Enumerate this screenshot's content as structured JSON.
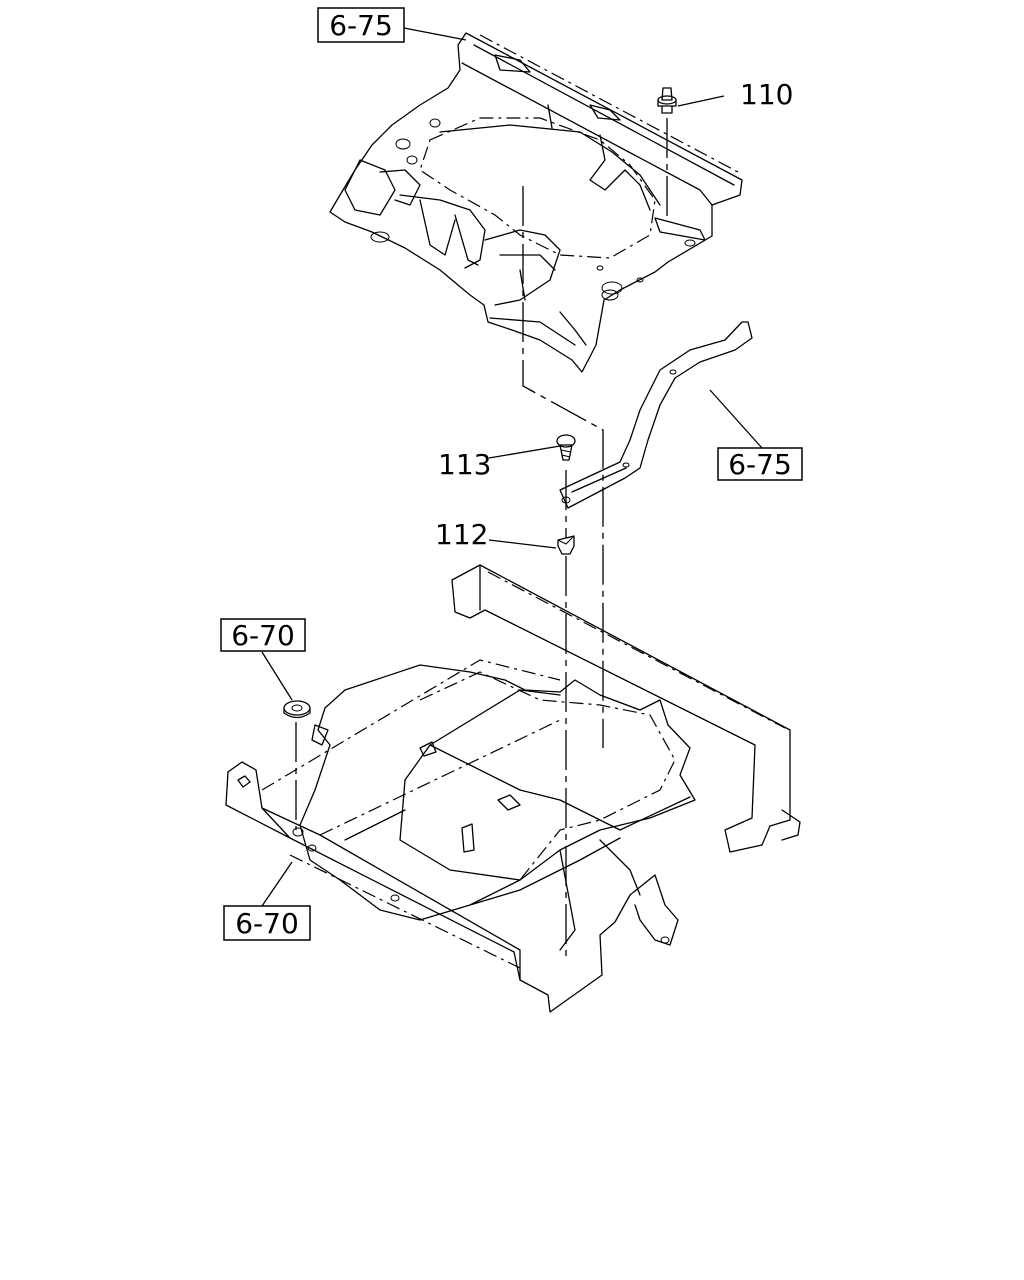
{
  "references": {
    "top_left": "6-75",
    "bracket": "6-75",
    "left_grommet": "6-70",
    "bottom_left": "6-70"
  },
  "parts": {
    "upper_clip": "110",
    "screw": "113",
    "lower_clip": "112"
  }
}
